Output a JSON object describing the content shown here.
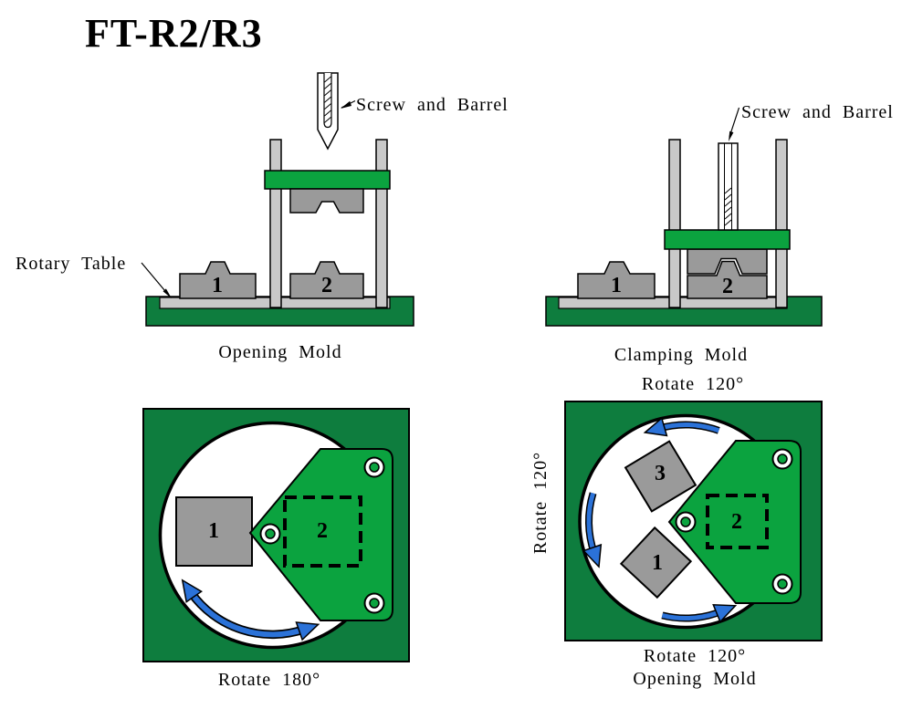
{
  "title": "FT-R2/R3",
  "colors": {
    "bright_green": "#0ba33f",
    "dark_green": "#0e7d3e",
    "mold_gray": "#9a9a9a",
    "light_gray": "#c9c9c9",
    "arrow_blue": "#2b72d8"
  },
  "opening_machine": {
    "caption": "Opening Mold",
    "screw_label": "Screw and Barrel",
    "rotary_table_label": "Rotary Table",
    "mold_1": "1",
    "mold_2": "2"
  },
  "clamping_machine": {
    "caption": "Clamping Mold",
    "screw_label": "Screw and Barrel",
    "mold_1": "1",
    "mold_2": "2"
  },
  "rotate_180_diagram": {
    "caption": "Rotate 180°",
    "mold_1": "1",
    "mold_2": "2"
  },
  "rotate_120_diagram": {
    "caption_top": "Rotate 120°",
    "caption_left": "Rotate 120°",
    "caption_bottom": "Rotate 120°",
    "caption_opening": "Opening Mold",
    "mold_1": "1",
    "mold_2": "2",
    "mold_3": "3"
  }
}
